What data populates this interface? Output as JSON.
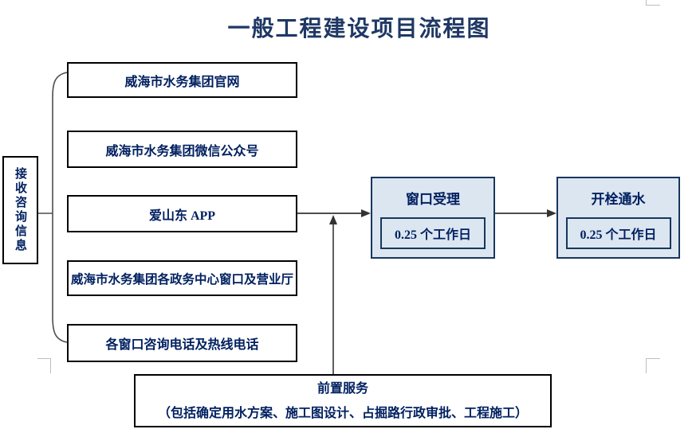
{
  "title": "一般工程建设项目流程图",
  "source": {
    "label": "接收咨询信息"
  },
  "channels": [
    {
      "label": "威海市水务集团官网"
    },
    {
      "label": "威海市水务集团微信公众号"
    },
    {
      "label": "爱山东 APP"
    },
    {
      "label": "威海市水务集团各政务中心窗口及营业厅"
    },
    {
      "label": "各窗口咨询电话及热线电话"
    }
  ],
  "steps": [
    {
      "label": "窗口受理",
      "duration": "0.25 个工作日"
    },
    {
      "label": "开栓通水",
      "duration": "0.25 个工作日"
    }
  ],
  "pre_service": {
    "title": "前置服务",
    "detail": "（包括确定用水方案、施工图设计、占掘路行政审批、工程施工）"
  },
  "colors": {
    "title_text": "#1f3864",
    "box_text": "#002060",
    "step_fill": "#dce6f1",
    "plain_border": "#000000",
    "step_border": "#17365d",
    "connector": "#4d4d4d",
    "margin_mark": "#bfbfbf"
  }
}
